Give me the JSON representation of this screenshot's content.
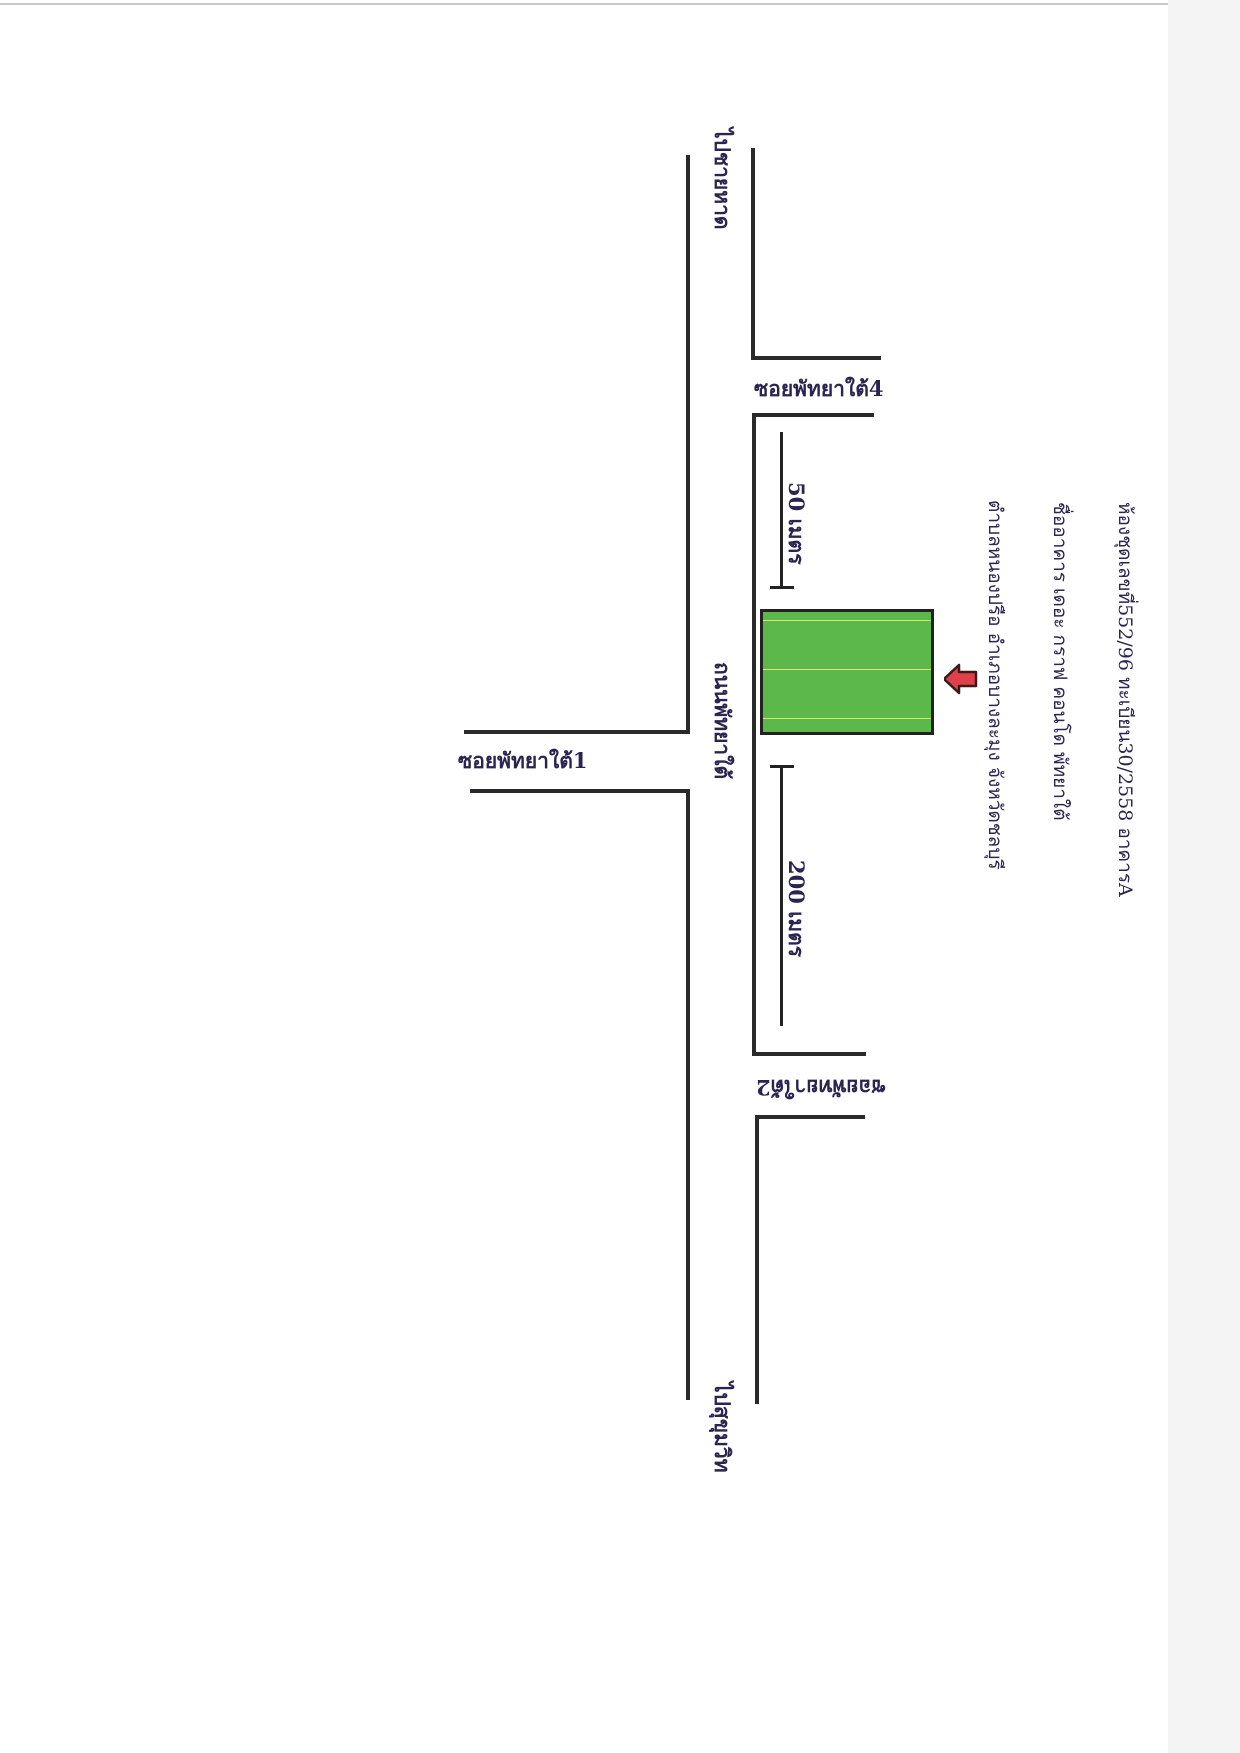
{
  "map": {
    "unit_info": {
      "line1": "ห้องชุดเลขที่552/96 ทะเบียน30/2558 อาคารA",
      "line2": "ชื่ออาคาร เดอะ กราฟ คอนโด พัทยาใต้",
      "line3": "ตำบลหนองปรือ อำเภอบางละมุง จังหวัดชลบุรี"
    },
    "roads": {
      "main_road": "ถนนพัทยาใต้",
      "soi_4": "ซอยพัทยาใต้4",
      "soi_1": "ซอยพัทยาใต้1",
      "soi_2": "ซอยพัทยาใต้2",
      "to_beach": "ไปชายหาด",
      "to_sukhumvit": "ไปสุขุมวิท"
    },
    "distances": {
      "to_soi_4": "50 เมตร",
      "to_soi_2": "200 เมตร"
    },
    "colors": {
      "building_fill": "#5cb84a",
      "arrow_fill": "#e0404a",
      "road_line": "#2a2a2a",
      "label_text": "#2a2550"
    },
    "icons": {
      "location_marker": "red-arrow-icon"
    }
  }
}
